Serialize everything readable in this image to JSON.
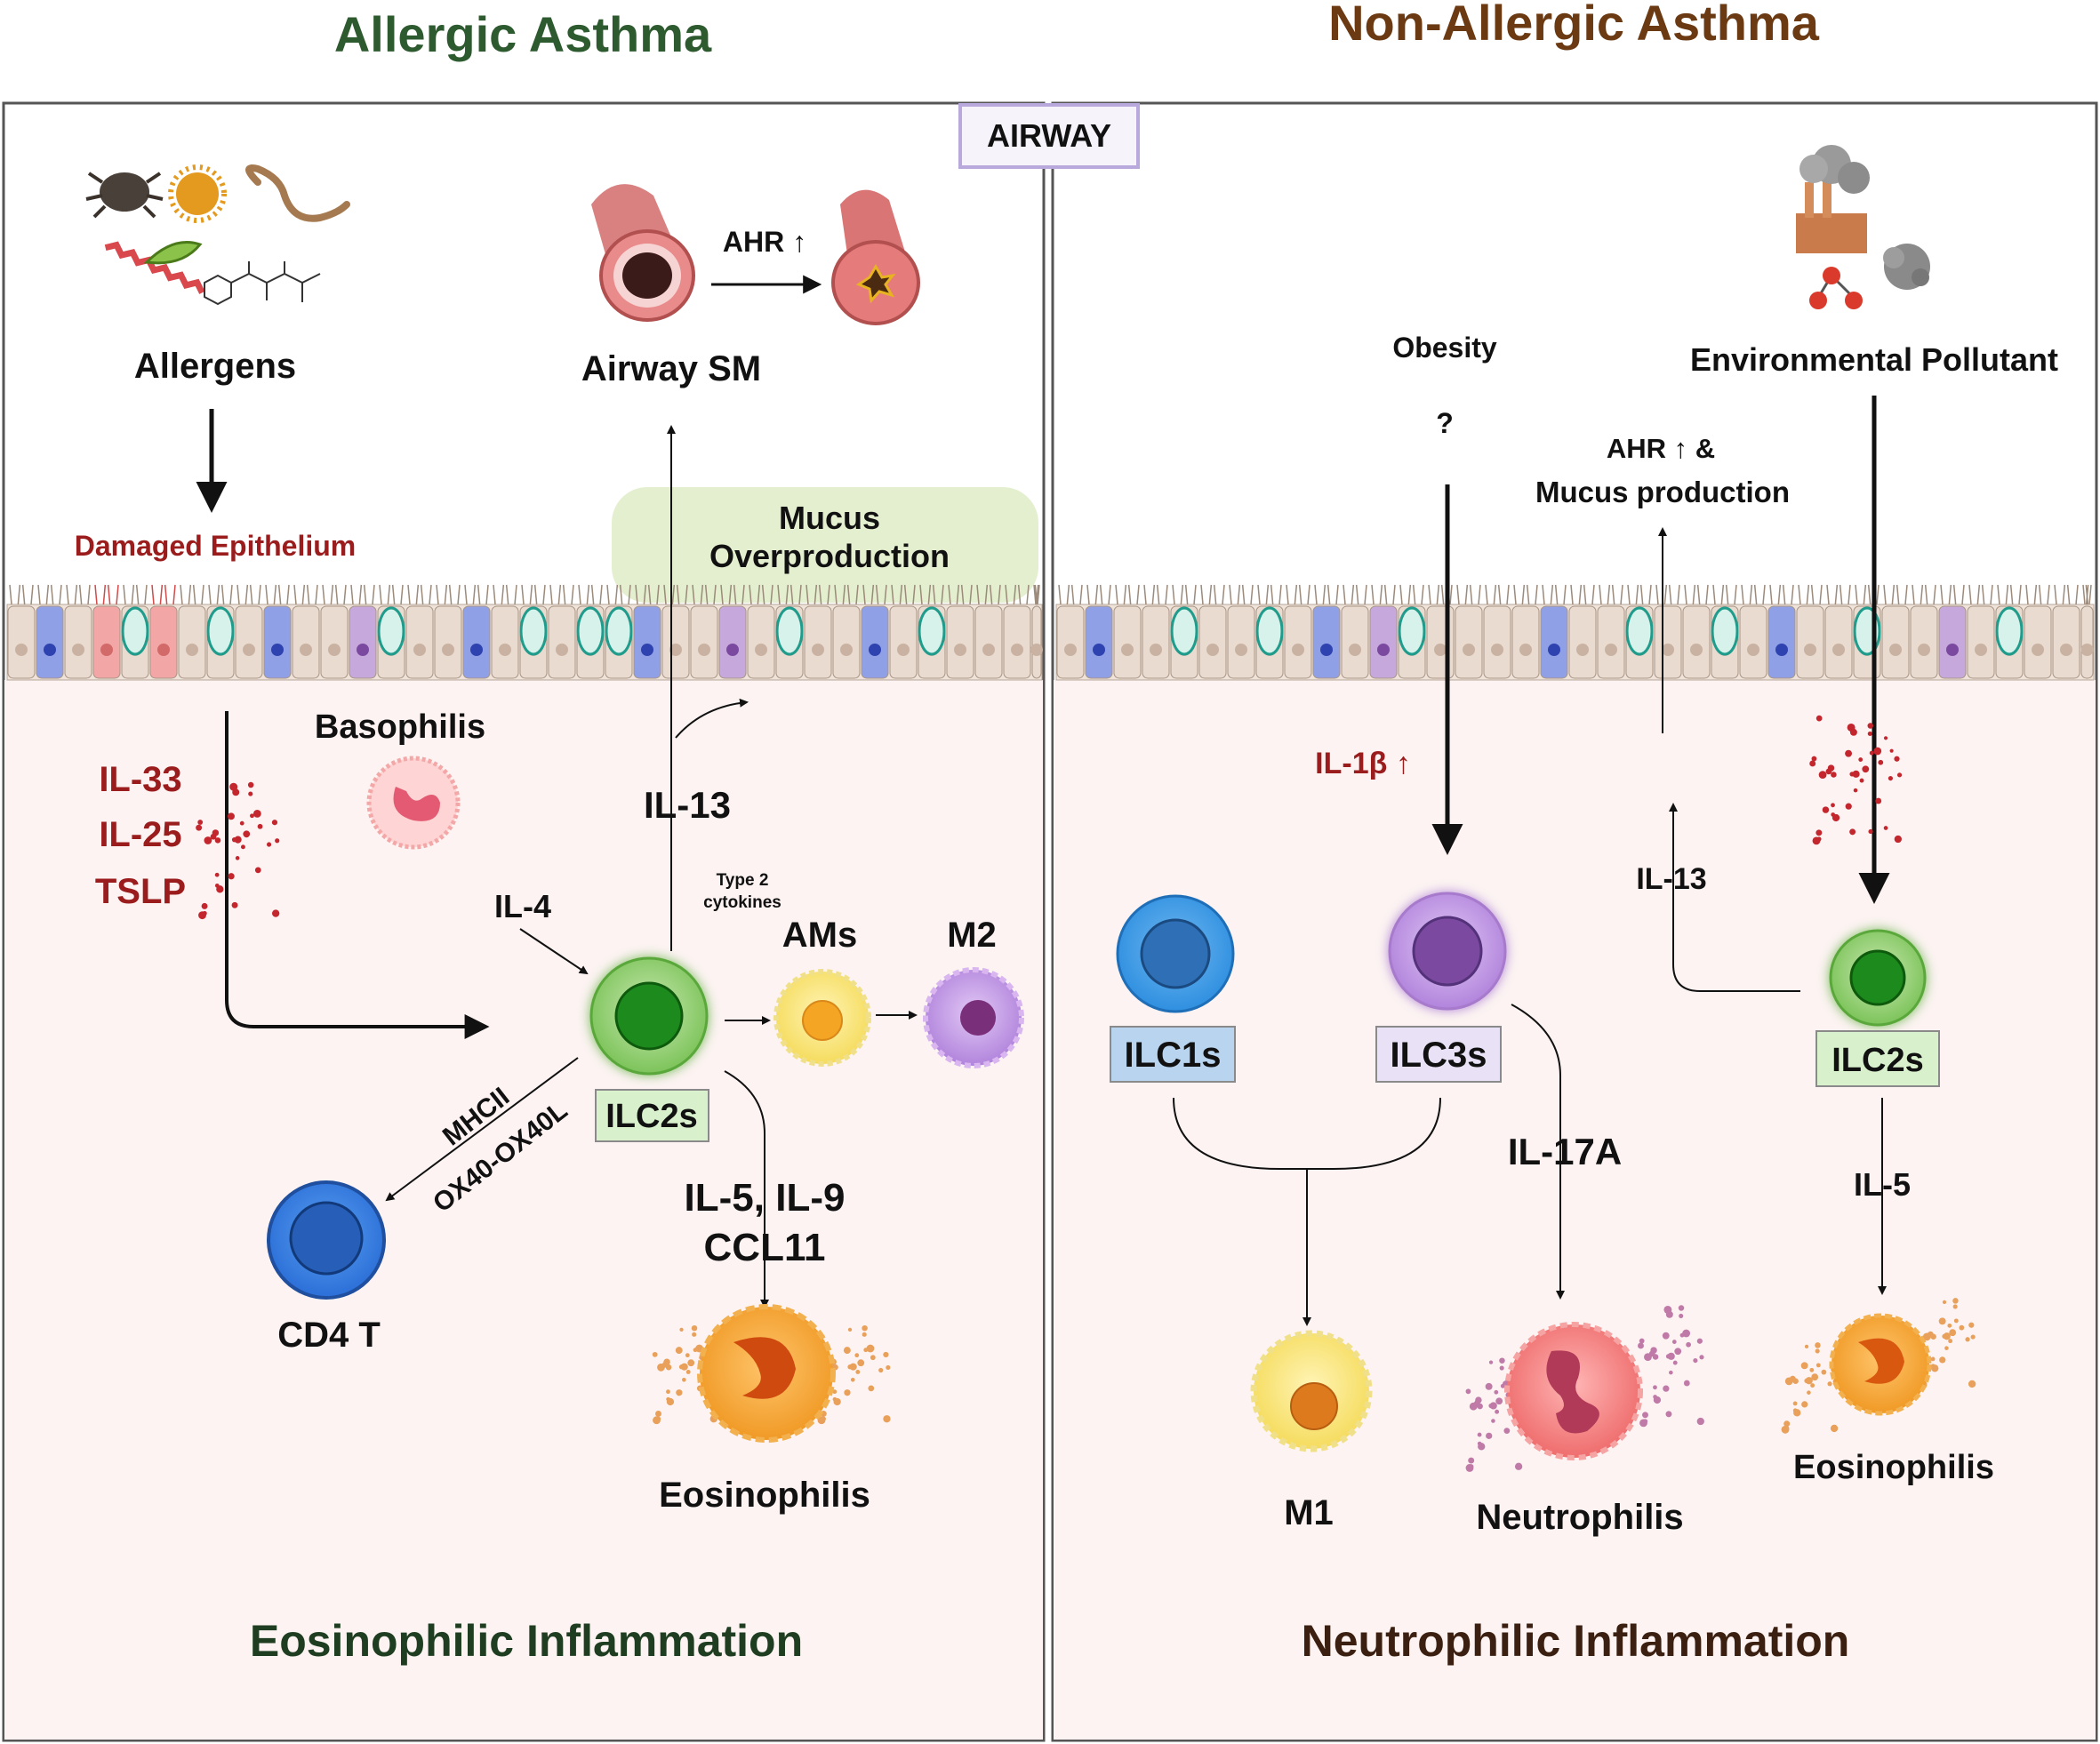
{
  "titles": {
    "left": "Allergic Asthma",
    "right": "Non-Allergic Asthma",
    "center_tag": "AIRWAY"
  },
  "left": {
    "allergens": "Allergens",
    "damaged_epithelium": "Damaged Epithelium",
    "airway_sm": "Airway SM",
    "ahr": "AHR ↑",
    "mucus_line1": "Mucus",
    "mucus_line2": "Overproduction",
    "alarmins": [
      "IL-33",
      "IL-25",
      "TSLP"
    ],
    "basophils": "Basophilis",
    "il4": "IL-4",
    "il13": "IL-13",
    "type2_line1": "Type 2",
    "type2_line2": "cytokines",
    "ams": "AMs",
    "m2": "M2",
    "ilc2s": "ILC2s",
    "mhcii": "MHCII",
    "ox40": "OX40-OX40L",
    "cd4t": "CD4 T",
    "il5_il9": "IL-5, IL-9",
    "ccl11": "CCL11",
    "eosinophils": "Eosinophilis",
    "inflammation": "Eosinophilic Inflammation"
  },
  "right": {
    "obesity": "Obesity",
    "question": "?",
    "pollutant": "Environmental Pollutant",
    "ahr_mucus_line1": "AHR ↑ &",
    "ahr_mucus_line2": "Mucus production",
    "il1b": "IL-1β ↑",
    "il13": "IL-13",
    "ilc1s": "ILC1s",
    "ilc3s": "ILC3s",
    "ilc2s": "ILC2s",
    "il17a": "IL-17A",
    "il5": "IL-5",
    "m1": "M1",
    "neutrophils": "Neutrophilis",
    "eosinophils": "Eosinophilis",
    "inflammation": "Neutrophilic Inflammation"
  },
  "colors": {
    "title_left": "#2d5a2e",
    "title_right": "#6b3a12",
    "red_text": "#9b1c1c",
    "ilc2_green": "#1f8a1f",
    "ilc1_blue": "#2f6fb5",
    "ilc3_purple": "#7b4aa0",
    "cd4_blue": "#2a64c6",
    "panel_border": "#555555",
    "submucosa": "#fcf3f2",
    "mucus_green": "#e4efcf"
  }
}
